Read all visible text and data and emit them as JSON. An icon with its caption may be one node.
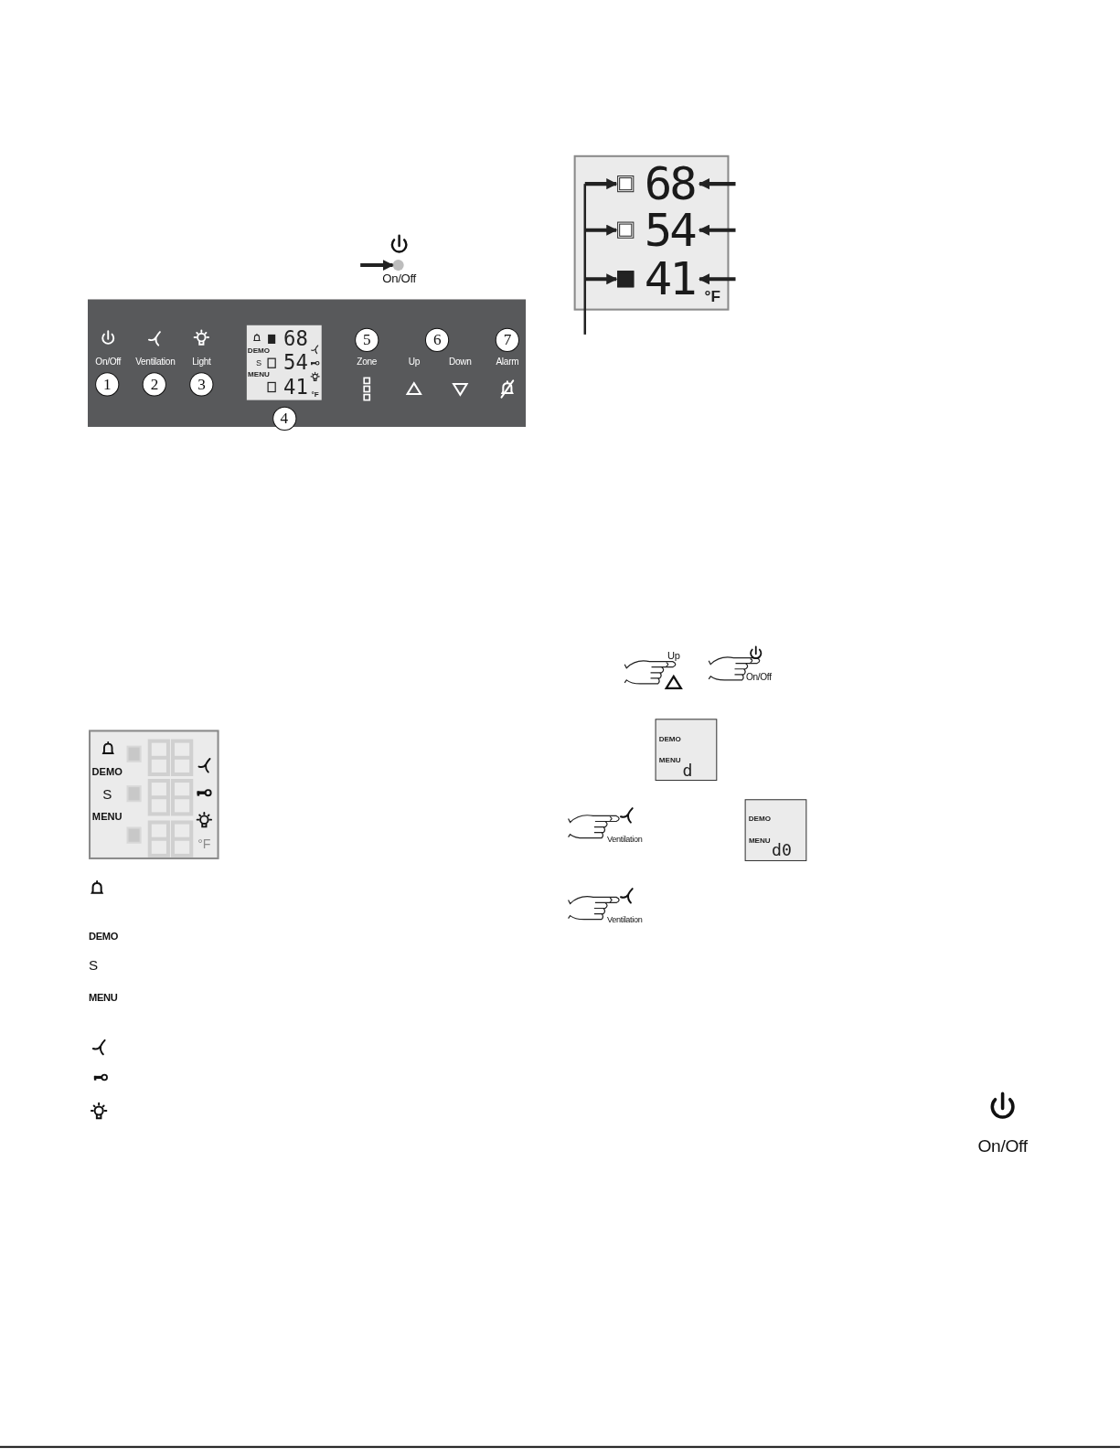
{
  "diagram": {
    "nodes": [
      {
        "text": [],
        "shape": "circle"
      },
      {
        "text": [],
        "shape": "box"
      },
      {
        "text": [
          "68",
          "DEMO",
          "S",
          "54",
          "MENU",
          "41",
          "°F"
        ],
        "in": 1,
        "beside": [
          "4"
        ]
      },
      {
        "text": [
          "°F"
        ]
      },
      {
        "text": [],
        "shape": "box",
        "in": 3
      },
      {
        "text": [
          "68"
        ],
        "in": 3
      },
      {
        "text": [],
        "shape": "box",
        "in": 3
      },
      {
        "text": [
          "54"
        ],
        "in": 3
      },
      {
        "text": [],
        "shape": "box",
        "in": 3
      },
      {
        "text": [
          "41"
        ],
        "in": 3
      },
      {
        "text": [
          "DEMO",
          "MENU",
          "d"
        ]
      },
      {
        "text": [
          "DEMO",
          "MENU",
          "d0"
        ]
      },
      {
        "text": [
          "DEMO",
          "S",
          "MENU",
          "°F"
        ]
      }
    ],
    "edges": [
      {
        "from": null,
        "to": 0,
        "arrow": "to"
      },
      {
        "from": null,
        "to": 5,
        "arrow": "to"
      },
      {
        "from": null,
        "to": 7,
        "arrow": "to"
      },
      {
        "from": null,
        "to": 9,
        "arrow": "to"
      },
      {
        "from": null,
        "to": 4,
        "arrow": "to"
      },
      {
        "from": null,
        "to": 6,
        "arrow": "to"
      },
      {
        "from": null,
        "to": 8,
        "arrow": "to"
      }
    ],
    "labels": [
      "On/Off",
      "5",
      "6",
      "7",
      "On/Off",
      "Ventilation",
      "Light",
      "Zone",
      "Up",
      "Down",
      "Alarm",
      "1",
      "2",
      "3",
      "Up",
      "On/Off",
      "Ventilation",
      "Ventilation",
      "DEMO",
      "S",
      "MENU",
      "On/Off"
    ]
  }
}
